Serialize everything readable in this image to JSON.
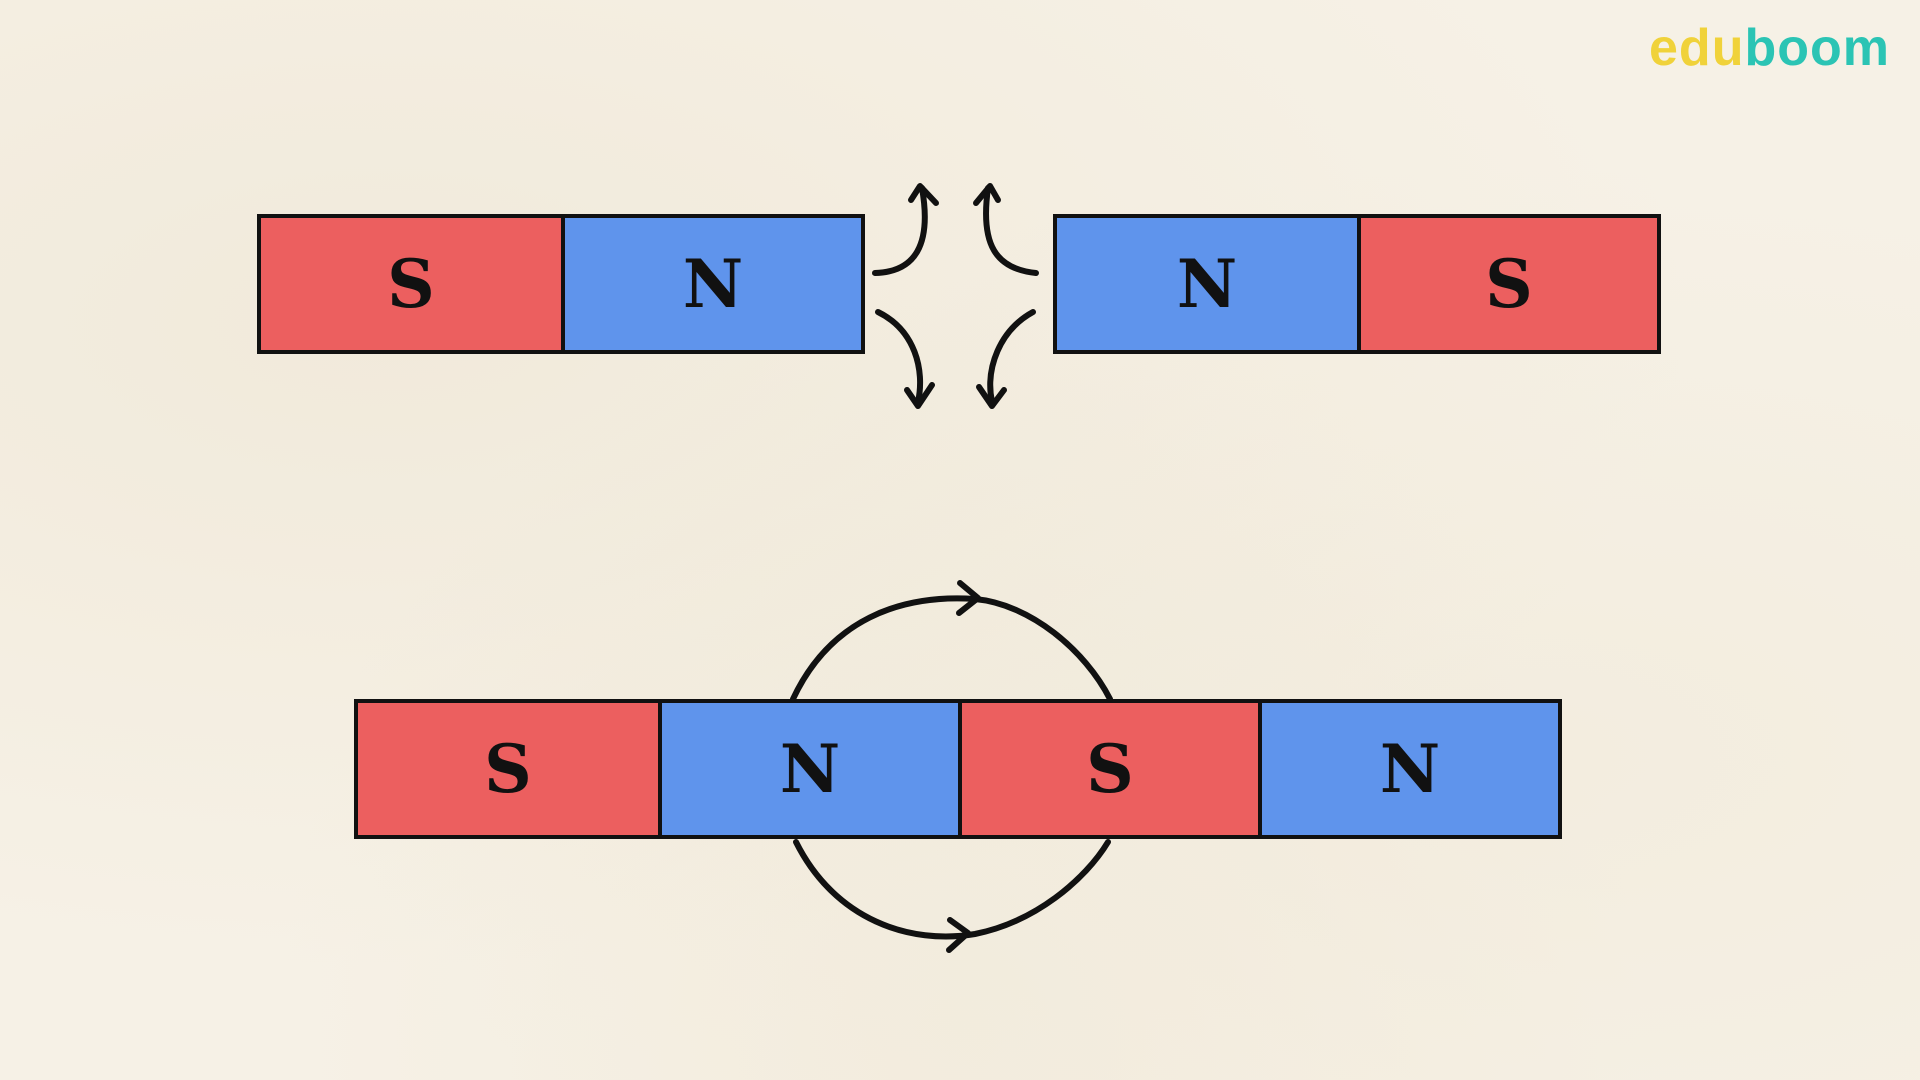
{
  "logo": {
    "part1": "edu",
    "part2": "boom",
    "colors": {
      "edu": "#f0d23a",
      "boom": "#2bc4b4"
    }
  },
  "top_row": {
    "left_magnet": {
      "poles": [
        "S",
        "N"
      ]
    },
    "right_magnet": {
      "poles": [
        "N",
        "S"
      ]
    }
  },
  "bottom_row": {
    "magnets": [
      {
        "poles": [
          "S",
          "N"
        ]
      },
      {
        "poles": [
          "S",
          "N"
        ]
      }
    ]
  },
  "colors": {
    "south": "#ec5f5f",
    "north": "#5f94ec",
    "outline": "#111111"
  },
  "icons": [
    "repel-arrow-icon",
    "field-loop-arrow-icon"
  ]
}
